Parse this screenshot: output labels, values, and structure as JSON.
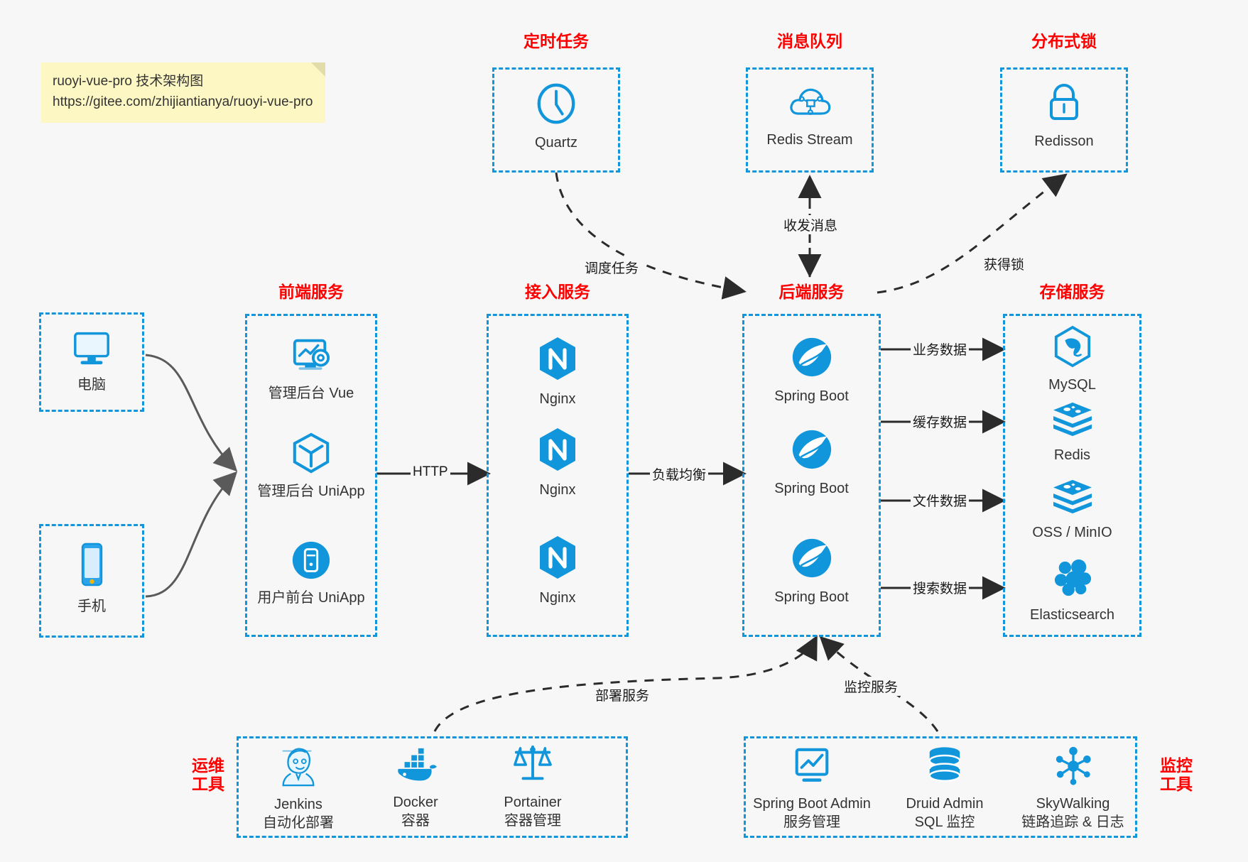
{
  "note": {
    "line1": "ruoyi-vue-pro 技术架构图",
    "line2": "https://gitee.com/zhijiantianya/ruoyi-vue-pro"
  },
  "colors": {
    "accent": "#1296db",
    "group_title": "#ff0000",
    "edge": "#333333",
    "background": "#f7f7f7",
    "note_bg": "#fdf7c3"
  },
  "groups": {
    "scheduled_task": {
      "title": "定时任务"
    },
    "message_queue": {
      "title": "消息队列"
    },
    "distributed_lock": {
      "title": "分布式锁"
    },
    "frontend": {
      "title": "前端服务"
    },
    "gateway": {
      "title": "接入服务"
    },
    "backend": {
      "title": "后端服务"
    },
    "storage": {
      "title": "存储服务"
    },
    "devops": {
      "title_line1": "运维",
      "title_line2": "工具"
    },
    "monitor": {
      "title_line1": "监控",
      "title_line2": "工具"
    }
  },
  "nodes": {
    "quartz": {
      "label": "Quartz",
      "icon": "clock-icon"
    },
    "redis_stream": {
      "label": "Redis Stream",
      "icon": "cloud-stream-icon"
    },
    "redisson": {
      "label": "Redisson",
      "icon": "lock-icon"
    },
    "pc": {
      "label": "电脑",
      "icon": "desktop-icon"
    },
    "mobile": {
      "label": "手机",
      "icon": "smartphone-icon"
    },
    "admin_vue": {
      "label": "管理后台 Vue",
      "icon": "monitor-gear-icon"
    },
    "admin_uniapp": {
      "label": "管理后台 UniApp",
      "icon": "cube-icon"
    },
    "user_uniapp": {
      "label": "用户前台 UniApp",
      "icon": "app-icon"
    },
    "nginx_1": {
      "label": "Nginx",
      "icon": "nginx-icon"
    },
    "nginx_2": {
      "label": "Nginx",
      "icon": "nginx-icon"
    },
    "nginx_3": {
      "label": "Nginx",
      "icon": "nginx-icon"
    },
    "springboot_1": {
      "label": "Spring Boot",
      "icon": "spring-leaf-icon"
    },
    "springboot_2": {
      "label": "Spring Boot",
      "icon": "spring-leaf-icon"
    },
    "springboot_3": {
      "label": "Spring Boot",
      "icon": "spring-leaf-icon"
    },
    "mysql": {
      "label": "MySQL",
      "icon": "mysql-dolphin-icon"
    },
    "redis": {
      "label": "Redis",
      "icon": "redis-stack-icon"
    },
    "oss_minio": {
      "label": "OSS / MinIO",
      "icon": "redis-stack-icon"
    },
    "elasticsearch": {
      "label": "Elasticsearch",
      "icon": "elasticsearch-icon"
    },
    "jenkins": {
      "label": "Jenkins",
      "sublabel": "自动化部署",
      "icon": "jenkins-butler-icon"
    },
    "docker": {
      "label": "Docker",
      "sublabel": "容器",
      "icon": "docker-whale-icon"
    },
    "portainer": {
      "label": "Portainer",
      "sublabel": "容器管理",
      "icon": "scales-icon"
    },
    "spring_boot_admin": {
      "label": "Spring Boot Admin",
      "sublabel": "服务管理",
      "icon": "monitor-chart-icon"
    },
    "druid_admin": {
      "label": "Druid Admin",
      "sublabel": "SQL 监控",
      "icon": "database-icon"
    },
    "skywalking": {
      "label": "SkyWalking",
      "sublabel": "链路追踪 & 日志",
      "icon": "network-nodes-icon"
    }
  },
  "edges": [
    {
      "id": "schedule_task",
      "label": "调度任务",
      "style": "dashed"
    },
    {
      "id": "send_receive_message",
      "label": "收发消息",
      "style": "dashed"
    },
    {
      "id": "acquire_lock",
      "label": "获得锁",
      "style": "dashed"
    },
    {
      "id": "http",
      "label": "HTTP",
      "style": "solid"
    },
    {
      "id": "load_balance",
      "label": "负载均衡",
      "style": "solid"
    },
    {
      "id": "business_data",
      "label": "业务数据",
      "style": "solid"
    },
    {
      "id": "cache_data",
      "label": "缓存数据",
      "style": "solid"
    },
    {
      "id": "file_data",
      "label": "文件数据",
      "style": "solid"
    },
    {
      "id": "search_data",
      "label": "搜索数据",
      "style": "solid"
    },
    {
      "id": "deploy_service",
      "label": "部署服务",
      "style": "dashed"
    },
    {
      "id": "monitor_service",
      "label": "监控服务",
      "style": "dashed"
    }
  ]
}
